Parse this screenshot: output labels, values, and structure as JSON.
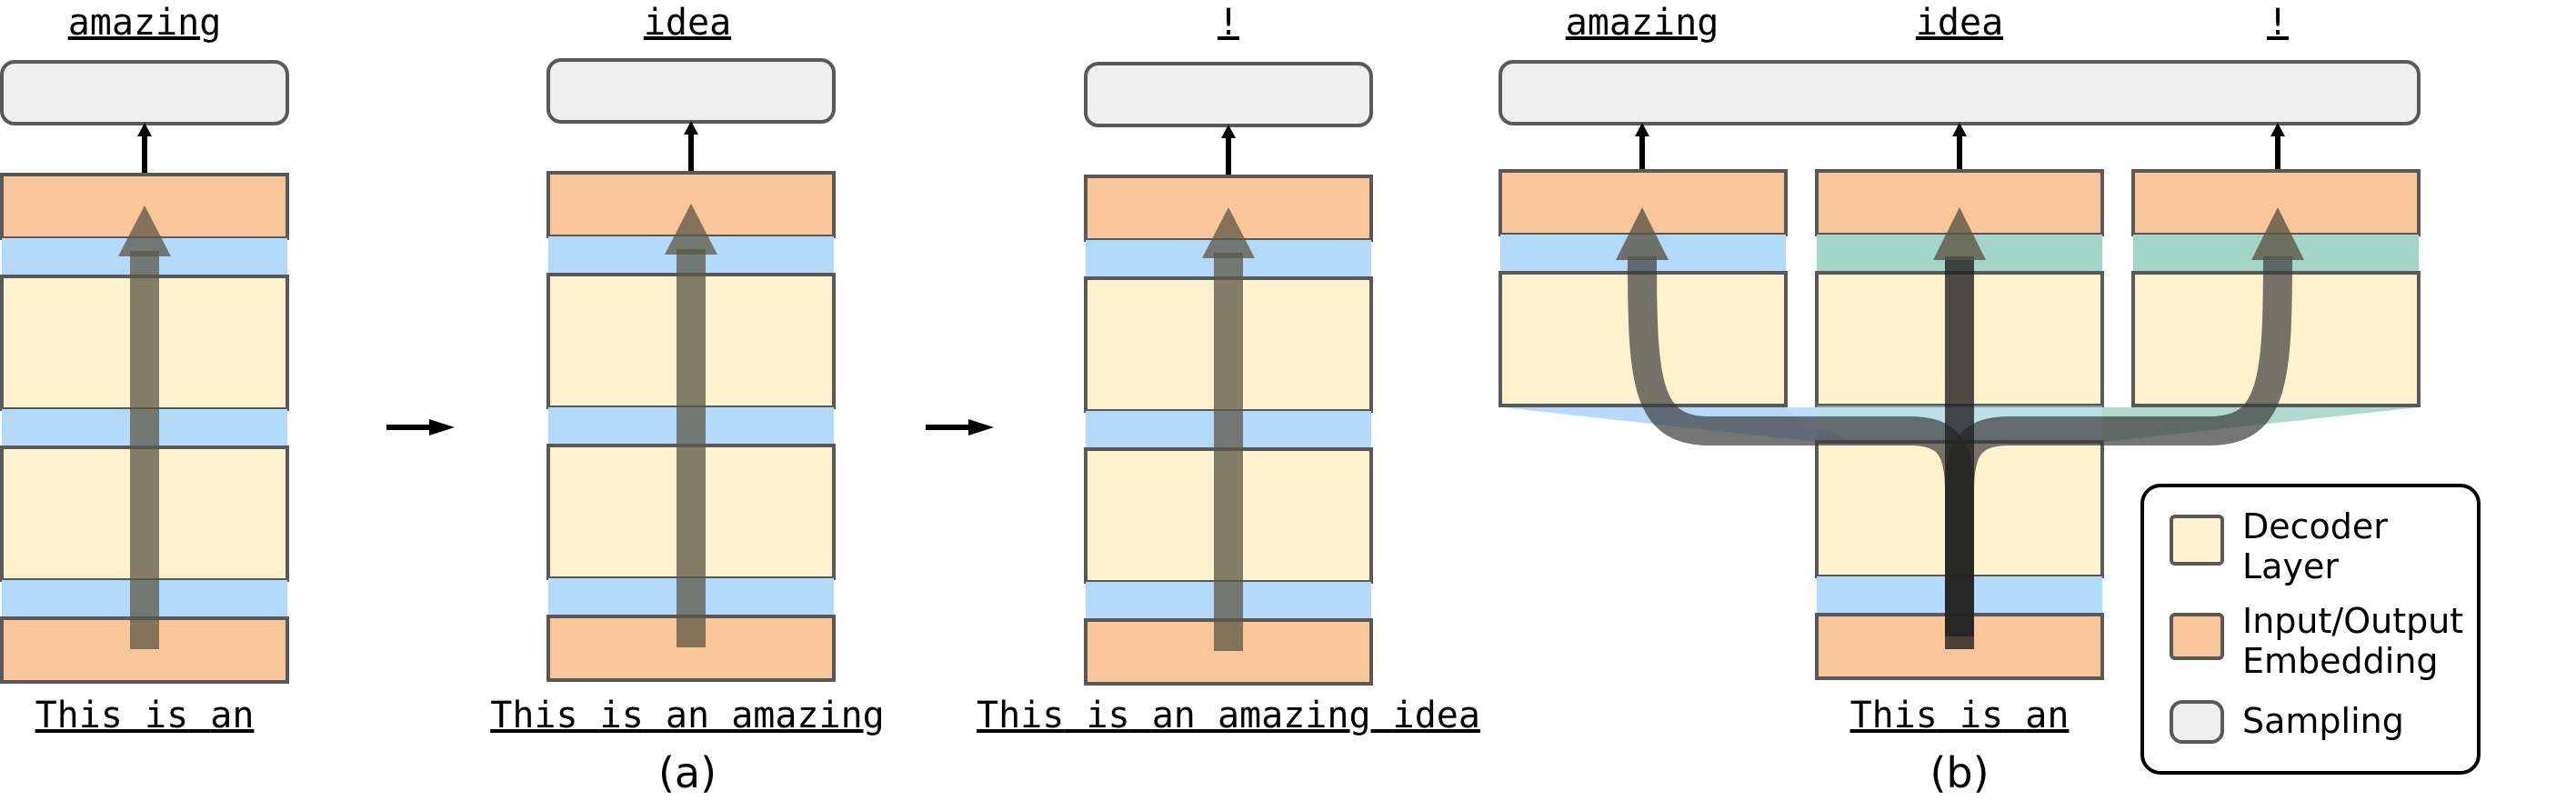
{
  "colors": {
    "decoder_layer": "#FFF2CC",
    "embedding": "#F8C699",
    "sampling": "#EFEFEF",
    "connector_blue": "#B4DAFB",
    "connector_teal": "#A3D6C6",
    "block_stroke": "#595959",
    "flow_arrow": "#5B5544"
  },
  "panel_a": {
    "steps": [
      {
        "output_token": "amazing",
        "input_tokens": [
          "This",
          "is",
          "an"
        ]
      },
      {
        "output_token": "idea",
        "input_tokens": [
          "This",
          "is",
          "an",
          "amazing"
        ]
      },
      {
        "output_token": "!",
        "input_tokens": [
          "This",
          "is",
          "an",
          "amazing",
          "idea"
        ]
      }
    ],
    "caption": "(a)"
  },
  "panel_b": {
    "output_tokens": [
      "amazing",
      "idea",
      "!"
    ],
    "input_tokens": [
      "This",
      "is",
      "an"
    ],
    "caption": "(b)"
  },
  "legend": {
    "items": [
      {
        "label_line1": "Decoder",
        "label_line2": "Layer",
        "swatch": "decoder_layer"
      },
      {
        "label_line1": "Input/Output",
        "label_line2": "Embedding",
        "swatch": "embedding"
      },
      {
        "label_line1": "Sampling",
        "label_line2": "",
        "swatch": "sampling"
      }
    ]
  }
}
